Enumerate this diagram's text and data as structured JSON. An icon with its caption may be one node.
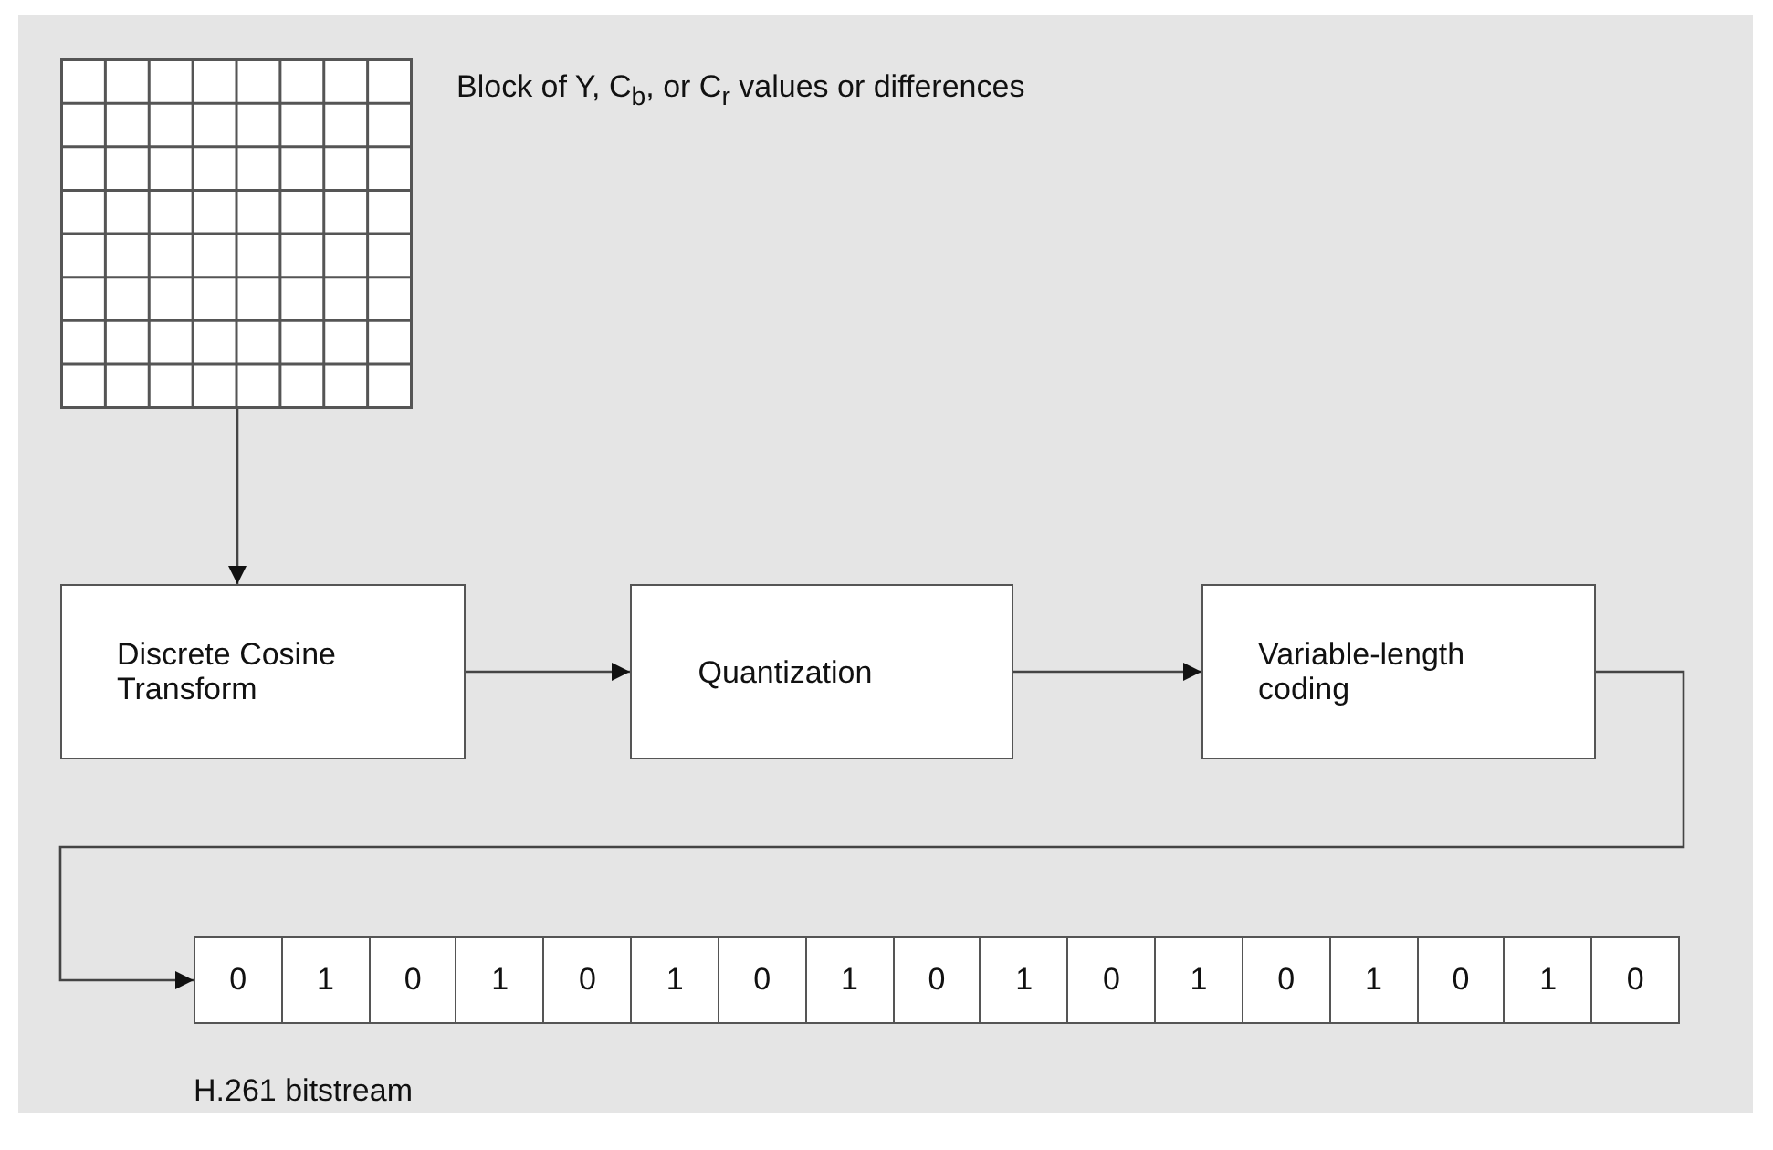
{
  "diagram": {
    "nodes": [
      {
        "text": [],
        "shape": "grid",
        "beside": [
          "Block of Y, C$_{b}$, or C$_{r}$ values or differences"
        ]
      },
      {
        "text": [
          "Discrete Cosine Transform"
        ]
      },
      {
        "text": [
          "Quantization"
        ]
      },
      {
        "text": [
          "Variable-length coding"
        ]
      },
      {
        "text": [
          "0",
          "1",
          "0",
          "1",
          "0",
          "1",
          "0",
          "1",
          "0",
          "1",
          "0",
          "1",
          "0",
          "1",
          "0",
          "1",
          "0"
        ],
        "beside": [
          "H.261 bitstream"
        ]
      }
    ],
    "edges": [
      {
        "from": 0,
        "to": 1,
        "arrow": "to"
      },
      {
        "from": 1,
        "to": 2,
        "arrow": "to"
      },
      {
        "from": 2,
        "to": 3,
        "arrow": "to"
      },
      {
        "from": 3,
        "to": 4,
        "arrow": "to"
      }
    ]
  }
}
